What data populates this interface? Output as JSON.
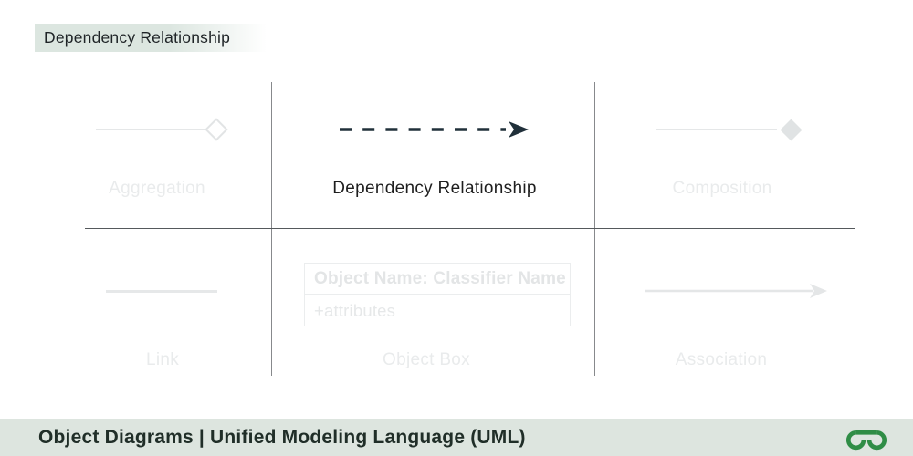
{
  "page_title": "Dependency Relationship",
  "colors": {
    "accent": "#2f8d46",
    "footerbg": "#dde5df",
    "highlight": "#dce6e0",
    "dark": "#20303a",
    "faint": "#e7e9ea"
  },
  "grid": {
    "cells": [
      {
        "id": "aggregation",
        "label": "Aggregation",
        "symbol": "line-with-hollow-diamond",
        "emphasized": false
      },
      {
        "id": "dependency",
        "label": "Dependency Relationship",
        "symbol": "dashed-arrow",
        "emphasized": true
      },
      {
        "id": "composition",
        "label": "Composition",
        "symbol": "line-with-filled-diamond",
        "emphasized": false
      },
      {
        "id": "link",
        "label": "Link",
        "symbol": "plain-line",
        "emphasized": false
      },
      {
        "id": "object-box",
        "label": "Object Box",
        "symbol": "object-box",
        "emphasized": false
      },
      {
        "id": "association",
        "label": "Association",
        "symbol": "arrow",
        "emphasized": false
      }
    ],
    "object_box": {
      "title": "Object Name: Classifier Name",
      "attributes": "+attributes"
    }
  },
  "footer": {
    "text": "Object Diagrams | Unified Modeling Language (UML)",
    "logo": "geeksforgeeks-logo"
  }
}
